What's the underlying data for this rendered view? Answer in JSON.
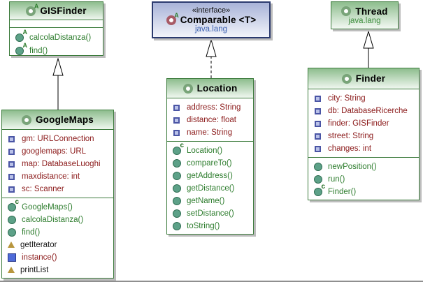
{
  "diagram": {
    "kind": "uml-class-diagram",
    "background": "#ffffff",
    "accent_green": "#3c7b3c",
    "accent_blue": "#2b3a6e",
    "field_text_color": "#8b1a1a",
    "method_text_color": "#2e7d2e"
  },
  "boxes": {
    "gisfinder": {
      "title": "GISFinder",
      "kind": "abstract class",
      "methods": [
        {
          "label": "calcolaDistanza()",
          "icon": "abstract-method",
          "text": "green"
        },
        {
          "label": "find()",
          "icon": "abstract-method",
          "text": "green"
        }
      ]
    },
    "comparable": {
      "stereotype": "«interface»",
      "title": "Comparable <T>",
      "package": "java.lang",
      "kind": "interface"
    },
    "thread": {
      "title": "Thread",
      "package": "java.lang",
      "kind": "class"
    },
    "googlemaps": {
      "title": "GoogleMaps",
      "kind": "class",
      "fields": [
        {
          "label": "gm: URLConnection"
        },
        {
          "label": "googlemaps: URL"
        },
        {
          "label": "map: DatabaseLuoghi"
        },
        {
          "label": "maxdistance: int"
        },
        {
          "label": "sc: Scanner"
        }
      ],
      "methods": [
        {
          "label": "GoogleMaps()",
          "icon": "constructor",
          "text": "green"
        },
        {
          "label": "calcolaDistanza()",
          "icon": "method",
          "text": "green"
        },
        {
          "label": "find()",
          "icon": "method",
          "text": "green"
        },
        {
          "label": "getIterator",
          "icon": "triangle",
          "text": "black"
        },
        {
          "label": "instance()",
          "icon": "static-method",
          "text": "red"
        },
        {
          "label": "printList",
          "icon": "triangle",
          "text": "black"
        }
      ]
    },
    "location": {
      "title": "Location",
      "kind": "class",
      "fields": [
        {
          "label": "address: String"
        },
        {
          "label": "distance: float"
        },
        {
          "label": "name: String"
        }
      ],
      "methods": [
        {
          "label": "Location()",
          "icon": "constructor",
          "text": "green"
        },
        {
          "label": "compareTo()",
          "icon": "method",
          "text": "green"
        },
        {
          "label": "getAddress()",
          "icon": "method",
          "text": "green"
        },
        {
          "label": "getDistance()",
          "icon": "method",
          "text": "green"
        },
        {
          "label": "getName()",
          "icon": "method",
          "text": "green"
        },
        {
          "label": "setDistance()",
          "icon": "method",
          "text": "green"
        },
        {
          "label": "toString()",
          "icon": "method",
          "text": "green"
        }
      ]
    },
    "finder": {
      "title": "Finder",
      "kind": "class",
      "fields": [
        {
          "label": "city: String"
        },
        {
          "label": "db: DatabaseRicerche"
        },
        {
          "label": "finder: GISFinder"
        },
        {
          "label": "street: String"
        },
        {
          "label": "changes: int"
        }
      ],
      "methods": [
        {
          "label": "newPosition()",
          "icon": "method",
          "text": "green"
        },
        {
          "label": "run()",
          "icon": "method",
          "text": "green"
        },
        {
          "label": "Finder()",
          "icon": "constructor",
          "text": "green"
        }
      ]
    }
  },
  "relationships": [
    {
      "from": "GoogleMaps",
      "to": "GISFinder",
      "type": "extends",
      "line": "solid"
    },
    {
      "from": "Location",
      "to": "Comparable",
      "type": "implements",
      "line": "dashed"
    },
    {
      "from": "Finder",
      "to": "Thread",
      "type": "extends",
      "line": "solid"
    }
  ]
}
